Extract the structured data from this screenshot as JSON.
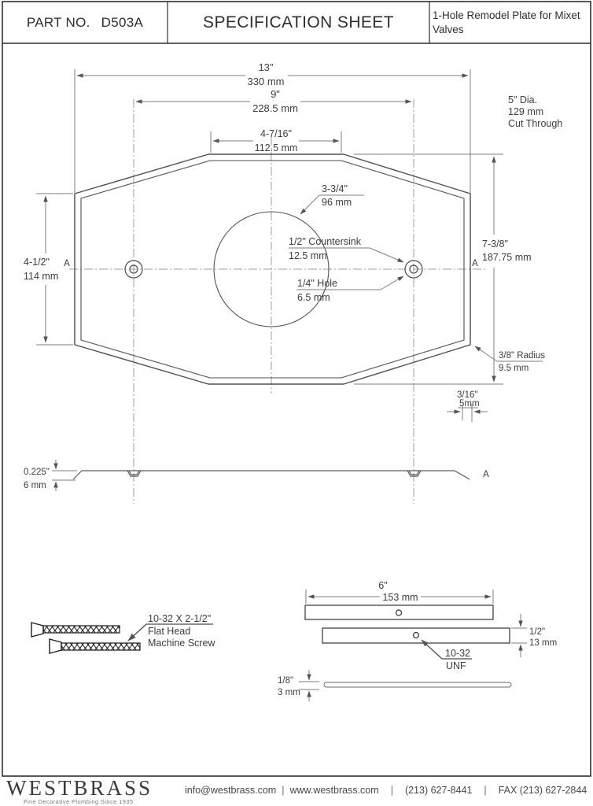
{
  "header": {
    "part_label": "PART NO.",
    "part_number": "D503A",
    "title": "SPECIFICATION SHEET",
    "product_line1": "1-Hole Remodel Plate for Mixet",
    "product_line2": "Valves"
  },
  "plate": {
    "dim_width_in": "13\"",
    "dim_width_mm": "330 mm",
    "dim_holes_in": "9\"",
    "dim_holes_mm": "228.5 mm",
    "dim_topflat_in": "4-7/16\"",
    "dim_topflat_mm": "112.5 mm",
    "cutout_dia": "5\" Dia.",
    "cutout_mm": "129 mm",
    "cutout_note": "Cut Through",
    "center_hole_in": "3-3/4\"",
    "center_hole_mm": "96 mm",
    "countersink_label": "1/2\" Countersink",
    "countersink_mm": "12.5 mm",
    "hole_label": "1/4\" Hole",
    "hole_mm": "6.5 mm",
    "dim_side_in": "4-1/2\"",
    "dim_side_mm": "114 mm",
    "dim_height_in": "7-3/8\"",
    "dim_height_mm": "187.75 mm",
    "radius_label": "3/8\" Radius",
    "radius_mm": "9.5 mm",
    "dim_edge_in": "3/16\"",
    "dim_edge_mm": "5mm",
    "section_marker_left": "A",
    "section_marker_right": "A"
  },
  "section": {
    "thickness_in": "0.225\"",
    "thickness_mm": "6 mm",
    "label": "A"
  },
  "screw": {
    "line1": "10-32 X 2-1/2\"",
    "line2": "Flat Head",
    "line3": "Machine Screw"
  },
  "bracket": {
    "dim_len_in": "6\"",
    "dim_len_mm": "153 mm",
    "dim_th_in": "1/2\"",
    "dim_th_mm": "13 mm",
    "thread_line1": "10-32",
    "thread_line2": "UNF",
    "dim_thin_in": "1/8\"",
    "dim_thin_mm": "3 mm"
  },
  "footer": {
    "brand": "WESTBRASS",
    "tagline": "Fine Decorative Plumbing Since 1935",
    "email": "info@westbrass.com",
    "website": "www.westbrass.com",
    "phone": "(213) 627-8441",
    "fax": "FAX (213) 627-2844",
    "sep": "|"
  }
}
